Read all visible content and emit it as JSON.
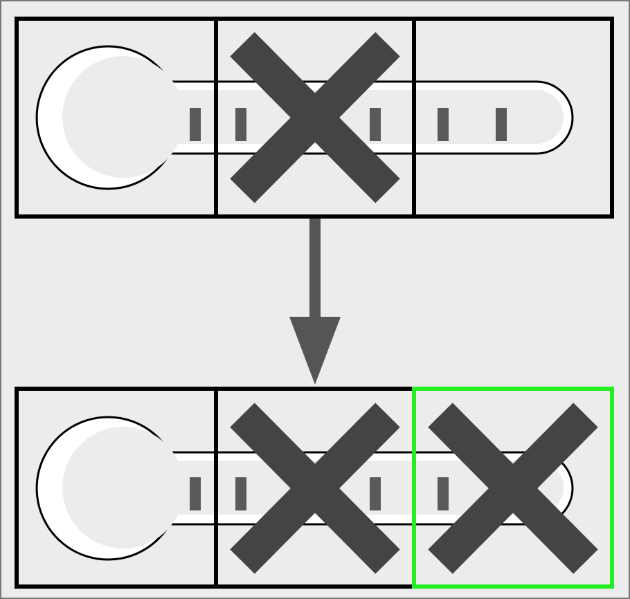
{
  "diagram": {
    "panels": [
      {
        "id": "before",
        "cells": [
          {
            "index": 1,
            "marked": false,
            "highlighted": false
          },
          {
            "index": 2,
            "marked": true,
            "highlighted": false
          },
          {
            "index": 3,
            "marked": false,
            "highlighted": false
          }
        ],
        "thermometer_ticks": 6
      },
      {
        "id": "after",
        "cells": [
          {
            "index": 1,
            "marked": false,
            "highlighted": false
          },
          {
            "index": 2,
            "marked": true,
            "highlighted": false
          },
          {
            "index": 3,
            "marked": true,
            "highlighted": true
          }
        ],
        "thermometer_ticks": 6
      }
    ],
    "arrow": {
      "from": "before",
      "to": "after",
      "direction": "down"
    },
    "colors": {
      "background": "#ececec",
      "frame": "#000000",
      "mark": "#444444",
      "arrow": "#555555",
      "tick": "#5a5a5a",
      "highlight": "#22ee22"
    },
    "icons": {
      "mark": "cross-mark-icon",
      "body": "thermometer-icon",
      "connector": "down-arrow-icon"
    }
  }
}
